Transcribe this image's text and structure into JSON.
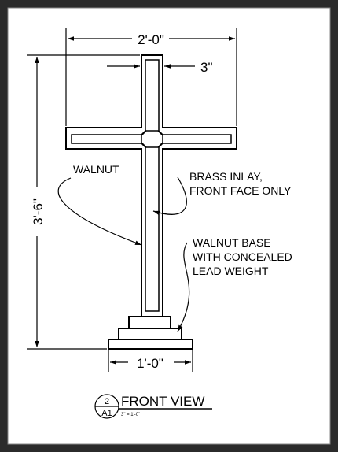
{
  "dimensions": {
    "overall_width": "2'-0\"",
    "member_width": "3\"",
    "overall_height": "3'-6\"",
    "base_width": "1'-0\""
  },
  "annotations": {
    "walnut": "WALNUT",
    "brass_line1": "BRASS INLAY,",
    "brass_line2": "FRONT FACE ONLY",
    "base_line1": "WALNUT BASE",
    "base_line2": "WITH CONCEALED",
    "base_line3": "LEAD WEIGHT"
  },
  "title_block": {
    "detail_number": "2",
    "sheet_number": "A1",
    "view_title": "FRONT VIEW",
    "scale": "3\" = 1'-0\""
  },
  "colors": {
    "border": "#2b2b2b",
    "ink": "#000000",
    "background": "#ffffff"
  }
}
